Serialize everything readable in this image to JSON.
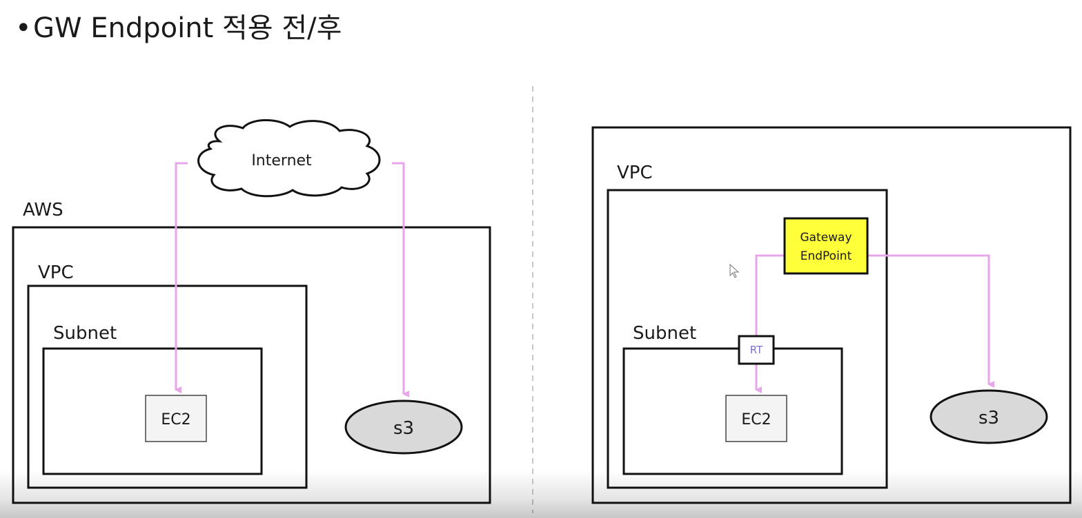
{
  "title": "GW Endpoint 적용 전/후",
  "before": {
    "internet": "Internet",
    "aws": "AWS",
    "vpc": "VPC",
    "subnet": "Subnet",
    "ec2": "EC2",
    "s3": "s3"
  },
  "after": {
    "vpc": "VPC",
    "subnet": "Subnet",
    "gateway_line1": "Gateway",
    "gateway_line2": "EndPoint",
    "rt": "RT",
    "ec2": "EC2",
    "s3": "s3"
  },
  "colors": {
    "flow": "#e8a6ea",
    "gateway_fill": "#ffff3a",
    "node_fill": "#f4f4f4",
    "s3_fill": "#d9d9d9",
    "rt_text": "#7b6fd0"
  }
}
